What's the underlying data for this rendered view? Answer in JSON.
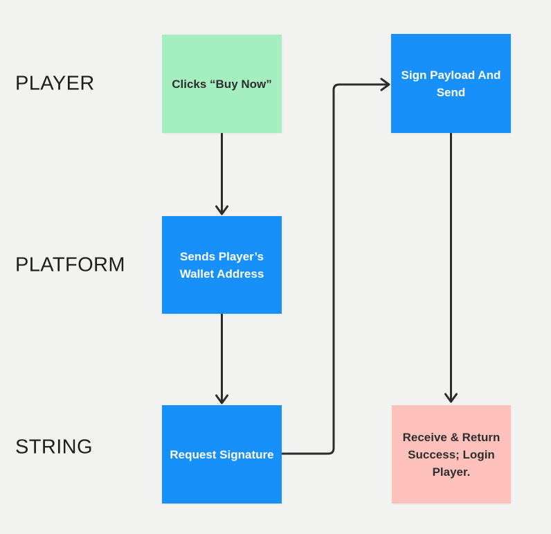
{
  "diagram": {
    "type": "flowchart",
    "colors": {
      "background": "#F2F2F0",
      "green": "#A5EEC0",
      "blue": "#1890FA",
      "pink": "#FFC1BC",
      "arrow": "#2B2B2B",
      "label_text": "#1E1E1E",
      "dark_text": "#2E2E2E",
      "light_text": "#FFFFFF"
    },
    "rows": [
      {
        "label": "PLAYER"
      },
      {
        "label": "PLATFORM"
      },
      {
        "label": "STRING"
      }
    ],
    "nodes": [
      {
        "id": "clicks-buy-now",
        "label": "Clicks “Buy Now”",
        "row": "PLAYER",
        "fill": "green"
      },
      {
        "id": "sign-payload-and-send",
        "label": "Sign Payload And Send",
        "row": "PLAYER",
        "fill": "blue"
      },
      {
        "id": "sends-players-wallet-address",
        "label": "Sends Player’s Wallet Address",
        "row": "PLATFORM",
        "fill": "blue"
      },
      {
        "id": "request-signature",
        "label": "Request Signature",
        "row": "STRING",
        "fill": "blue"
      },
      {
        "id": "receive-return-success-login-player",
        "label": "Receive & Return Success; Login Player.",
        "row": "STRING",
        "fill": "pink"
      }
    ],
    "edges": [
      {
        "from": "clicks-buy-now",
        "to": "sends-players-wallet-address",
        "shape": "straight-down"
      },
      {
        "from": "sends-players-wallet-address",
        "to": "request-signature",
        "shape": "straight-down"
      },
      {
        "from": "request-signature",
        "to": "sign-payload-and-send",
        "shape": "elbow-right-up-right"
      },
      {
        "from": "sign-payload-and-send",
        "to": "receive-return-success-login-player",
        "shape": "straight-down"
      }
    ]
  }
}
